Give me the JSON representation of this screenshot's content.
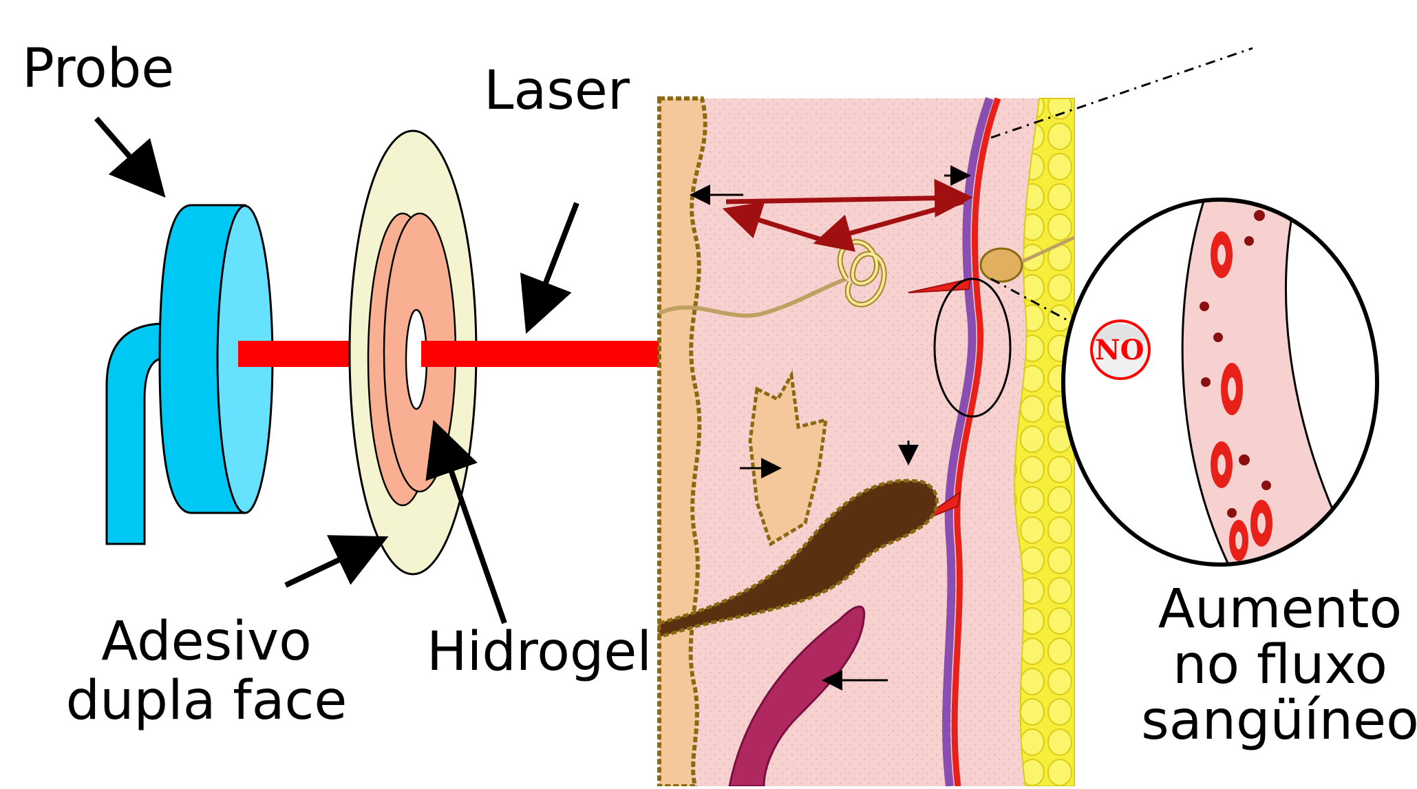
{
  "labels": {
    "probe": "Probe",
    "laser": "Laser",
    "adhesive_line1": "Adesivo",
    "adhesive_line2": "dupla face",
    "hydrogel": "Hidrogel",
    "no_badge": "NO",
    "result_line1": "Aumento",
    "result_line2": "no fluxo",
    "result_line3": "sangüíneo"
  },
  "colors": {
    "probe": "#00c8f5",
    "probe_face": "#66e2ff",
    "laser_beam": "#ff0000",
    "adhesive_disc": "#f4f4d0",
    "hydrogel_disc": "#f9b092",
    "epidermis": "#f4c89a",
    "dermis": "#f7d0d0",
    "fat": "#f5ef4a",
    "vessel_red": "#e8201a",
    "vessel_purple": "#8a4db0",
    "gland_dark": "#5a3010",
    "muscle": "#b02860",
    "no_badge_text": "#ff0000"
  },
  "icons": [
    "probe-device",
    "adhesive-ring",
    "hydrogel-ring",
    "laser-beam",
    "skin-cross-section",
    "blood-vessel-magnifier",
    "nitric-oxide-badge"
  ]
}
